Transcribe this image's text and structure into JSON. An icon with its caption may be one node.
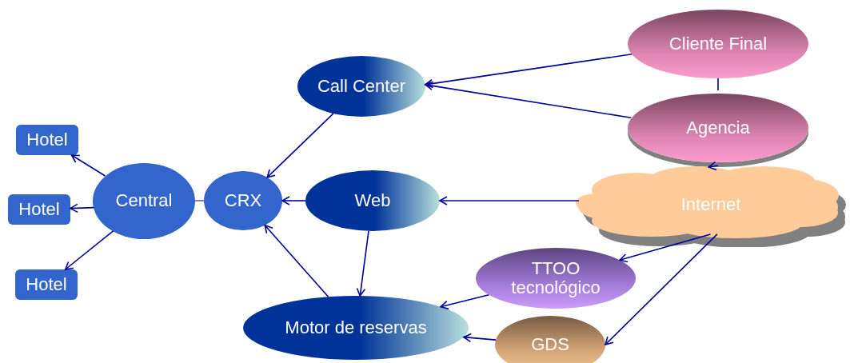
{
  "diagram": {
    "nodes": [
      {
        "text": [
          "Hotel"
        ]
      },
      {
        "text": [
          "Hotel"
        ]
      },
      {
        "text": [
          "Hotel"
        ]
      },
      {
        "text": [
          "Central"
        ]
      },
      {
        "text": [
          "CRX"
        ]
      },
      {
        "text": [
          "Call Center"
        ]
      },
      {
        "text": [
          "Web"
        ]
      },
      {
        "text": [
          "Motor de reservas"
        ]
      },
      {
        "text": [
          "Cliente Final"
        ]
      },
      {
        "text": [
          "Agencia"
        ]
      },
      {
        "text": [
          "Internet"
        ]
      },
      {
        "text": [
          "TTOO tecnológico"
        ]
      },
      {
        "text": [
          "GDS"
        ]
      }
    ],
    "edges": [
      {
        "from": 3,
        "to": 0,
        "arrow": "to"
      },
      {
        "from": 3,
        "to": 1,
        "arrow": "to"
      },
      {
        "from": 3,
        "to": 2,
        "arrow": "to"
      },
      {
        "from": 3,
        "to": 4,
        "arrow": "none",
        "color": "#666699"
      },
      {
        "from": 5,
        "to": 4,
        "arrow": "to"
      },
      {
        "from": 6,
        "to": 4,
        "arrow": "to"
      },
      {
        "from": 7,
        "to": 4,
        "arrow": "to"
      },
      {
        "from": 8,
        "to": 5,
        "arrow": "to"
      },
      {
        "from": 9,
        "to": 5,
        "arrow": "to"
      },
      {
        "from": 8,
        "to": 9,
        "arrow": "none"
      },
      {
        "from": 9,
        "to": 10,
        "arrow": "to"
      },
      {
        "from": 10,
        "to": 6,
        "arrow": "to"
      },
      {
        "from": 6,
        "to": 7,
        "arrow": "to"
      },
      {
        "from": 10,
        "to": 11,
        "arrow": "to"
      },
      {
        "from": 10,
        "to": 12,
        "arrow": "to"
      },
      {
        "from": 11,
        "to": 7,
        "arrow": "to"
      },
      {
        "from": 12,
        "to": 7,
        "arrow": "to"
      }
    ]
  }
}
